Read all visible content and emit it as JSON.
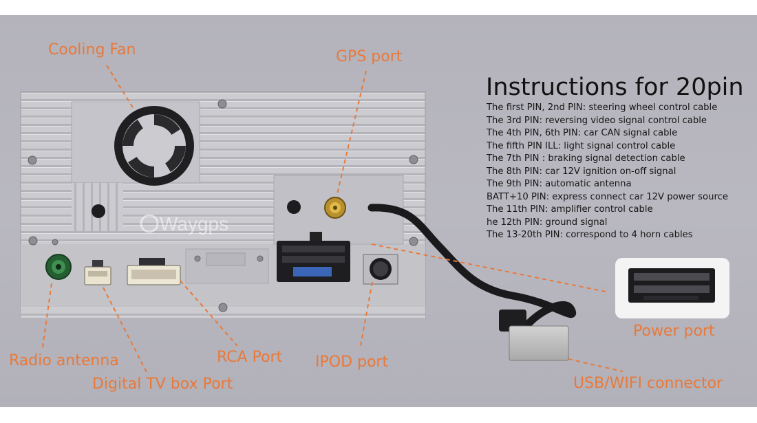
{
  "labels": {
    "cooling_fan": "Cooling Fan",
    "gps_port": "GPS port",
    "radio_antenna": "Radio antenna",
    "digital_tv": "Digital TV box Port",
    "rca_port": "RCA Port",
    "ipod_port": "IPOD port",
    "power_port": "Power port",
    "usb_wifi": "USB/WIFI connector"
  },
  "watermark": "Waygps",
  "instructions": {
    "title": "Instructions for 20pin",
    "lines": [
      "The first PIN, 2nd PIN: steering wheel control cable",
      "The 3rd PIN: reversing video signal control cable",
      "The 4th PIN, 6th PIN: car CAN signal cable",
      "The fifth PIN ILL: light signal control cable",
      "The 7th PIN : braking signal detection cable",
      "The 8th PIN: car 12V ignition on-off signal",
      "The 9th PIN: automatic antenna",
      "BATT+10 PIN: express connect car 12V power source",
      "The 11th PIN: amplifier control cable",
      "he 12th PIN: ground signal",
      "The 13-20th PIN: correspond to 4 horn cables"
    ]
  },
  "colors": {
    "label": "#e8793a",
    "chassis": "#c9c9ce",
    "background": "#b6b5bd",
    "antenna_jack": "#2f7a3f"
  }
}
